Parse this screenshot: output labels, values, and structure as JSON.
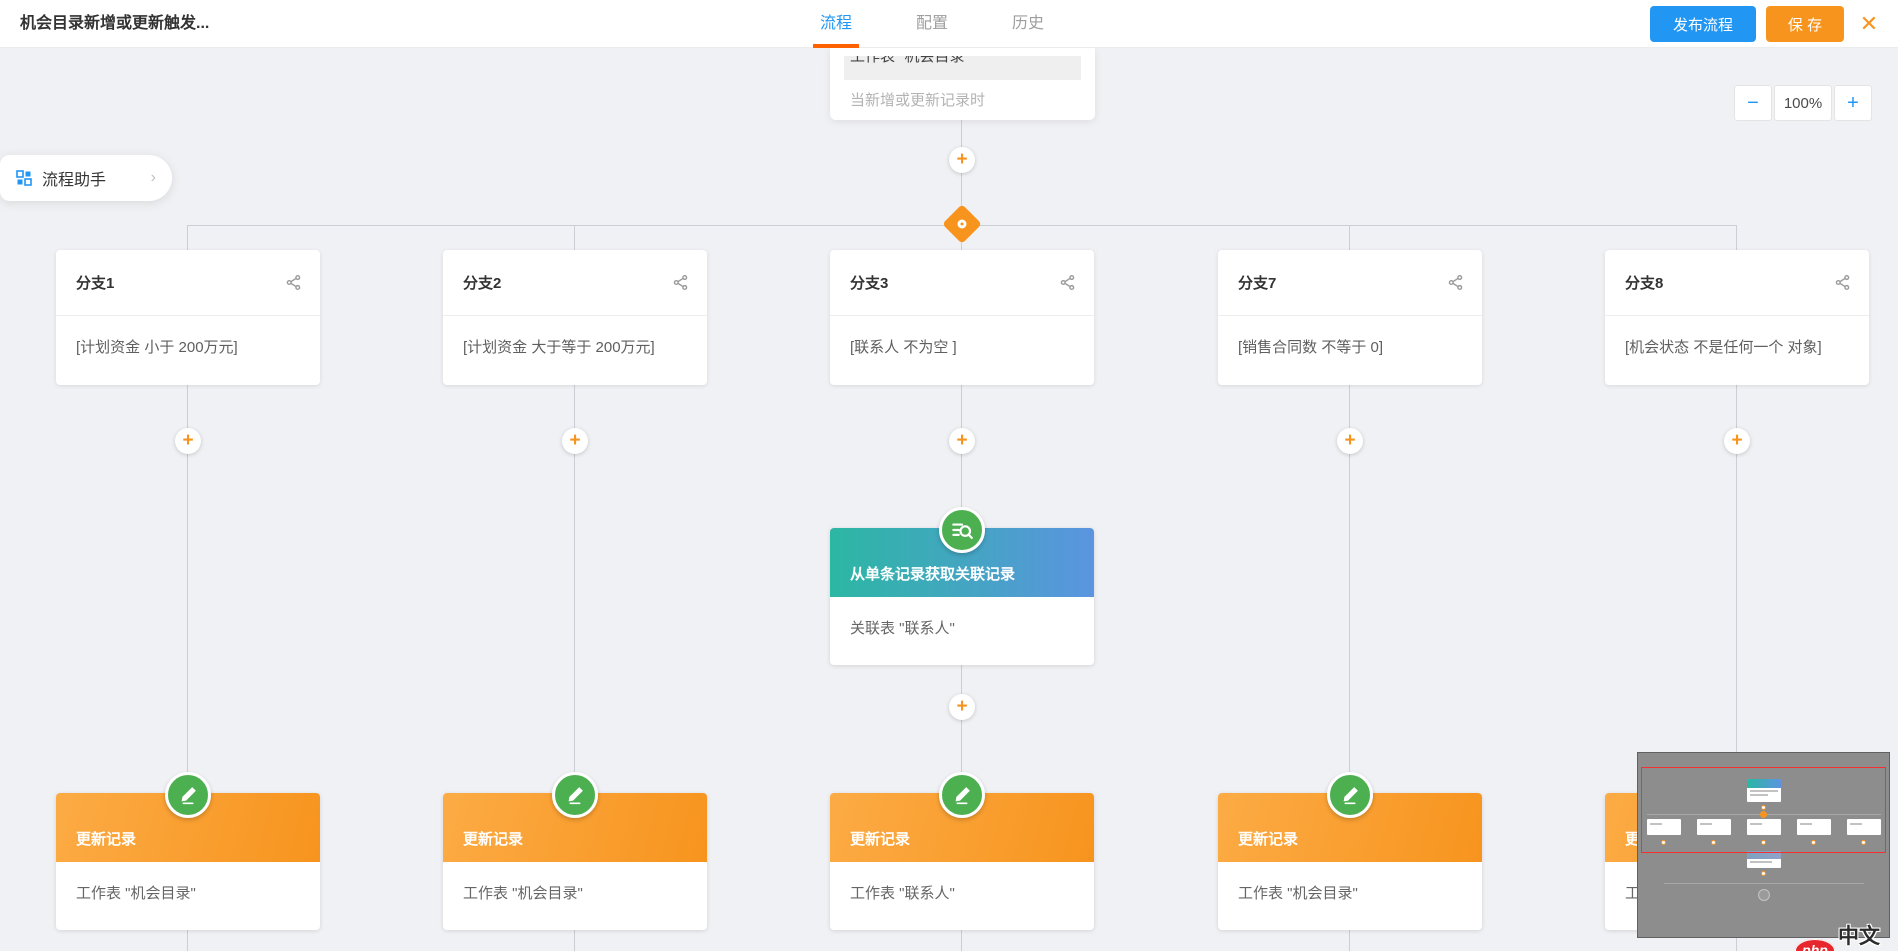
{
  "header": {
    "title": "机会目录新增或更新触发...",
    "tabs": [
      {
        "label": "流程",
        "active": true
      },
      {
        "label": "配置",
        "active": false
      },
      {
        "label": "历史",
        "active": false
      }
    ],
    "publish_label": "发布流程",
    "save_label": "保 存",
    "close_glyph": "✕"
  },
  "zoom_control": {
    "zoom_out_glyph": "−",
    "level": "100%",
    "zoom_in_glyph": "+"
  },
  "assistant": {
    "label": "流程助手",
    "chevron_glyph": "›"
  },
  "trigger_node": {
    "field_text": "工作表 \"机会目录\"",
    "description": "当新增或更新记录时"
  },
  "plus_glyph": "+",
  "branches": [
    {
      "title": "分支1",
      "condition": "[计划资金 小于 200万元]"
    },
    {
      "title": "分支2",
      "condition": "[计划资金 大于等于 200万元]"
    },
    {
      "title": "分支3",
      "condition": "[联系人 不为空 ]"
    },
    {
      "title": "分支7",
      "condition": "[销售合同数 不等于 0]"
    },
    {
      "title": "分支8",
      "condition": "[机会状态 不是任何一个 对象]"
    }
  ],
  "related_node": {
    "title": "从单条记录获取关联记录",
    "description": "关联表 \"联系人\""
  },
  "update_nodes": [
    {
      "title": "更新记录",
      "description": "工作表 \"机会目录\""
    },
    {
      "title": "更新记录",
      "description": "工作表 \"机会目录\""
    },
    {
      "title": "更新记录",
      "description": "工作表 \"联系人\""
    },
    {
      "title": "更新记录",
      "description": "工作表 \"机会目录\""
    },
    {
      "title": "更新记录",
      "description": "工作表 \"机会目录\""
    }
  ],
  "watermark": {
    "badge": "php",
    "text": "中文网"
  },
  "colors": {
    "tab_active_blue": "#2196f3",
    "tab_underline_orange": "#ff6200",
    "publish_blue": "#2196f3",
    "save_orange": "#f7941e",
    "node_orange": "#f7941e",
    "badge_green": "#4caf50",
    "teal_gradient_start": "#2cb7a3",
    "teal_gradient_end": "#5b94e0",
    "orange_gradient_start": "#fcab45",
    "orange_gradient_end": "#f7941e",
    "minimap_viewport_red": "#f53030"
  }
}
